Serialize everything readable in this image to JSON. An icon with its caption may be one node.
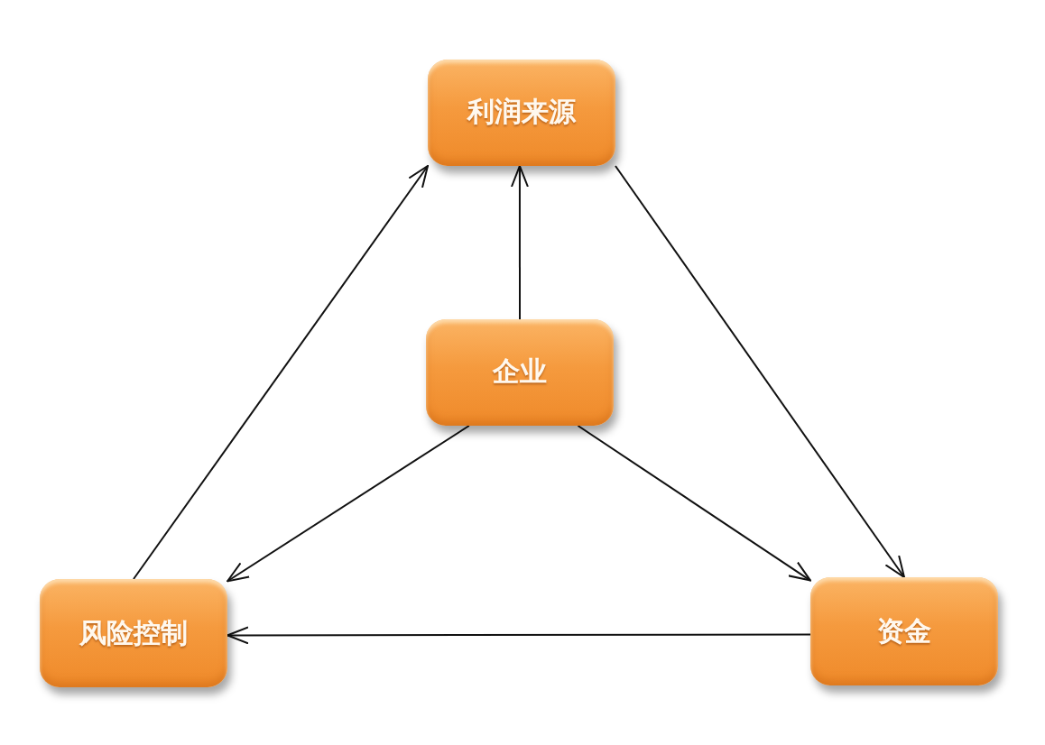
{
  "diagram": {
    "nodes": [
      {
        "text": [
          "利润来源"
        ]
      },
      {
        "text": [
          "企业"
        ]
      },
      {
        "text": [
          "风险控制"
        ]
      },
      {
        "text": [
          "资金"
        ]
      }
    ],
    "edges": [
      {
        "from": 1,
        "to": 0,
        "arrow": "to"
      },
      {
        "from": 1,
        "to": 2,
        "arrow": "to"
      },
      {
        "from": 1,
        "to": 3,
        "arrow": "to"
      },
      {
        "from": 2,
        "to": 0,
        "arrow": "to"
      },
      {
        "from": 0,
        "to": 3,
        "arrow": "to"
      },
      {
        "from": 3,
        "to": 2,
        "arrow": "to"
      }
    ]
  }
}
